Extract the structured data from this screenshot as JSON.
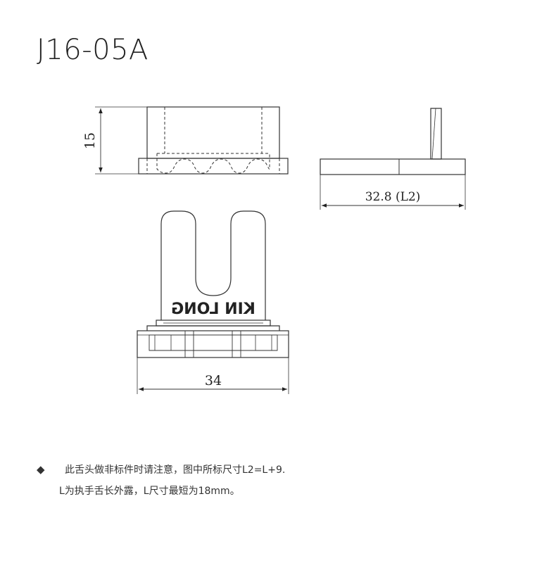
{
  "title": "J16-05A",
  "dimensions": {
    "height": "15",
    "length_l2": "32.8 (L2)",
    "width": "34"
  },
  "brand_mark": "KIN LONG",
  "note": {
    "bullet": "◆",
    "line1": "此舌头做非标件时请注意，图中所标尺寸L2=L+9.",
    "line2": "L为执手舌长外露，L尺寸最短为18mm。"
  }
}
